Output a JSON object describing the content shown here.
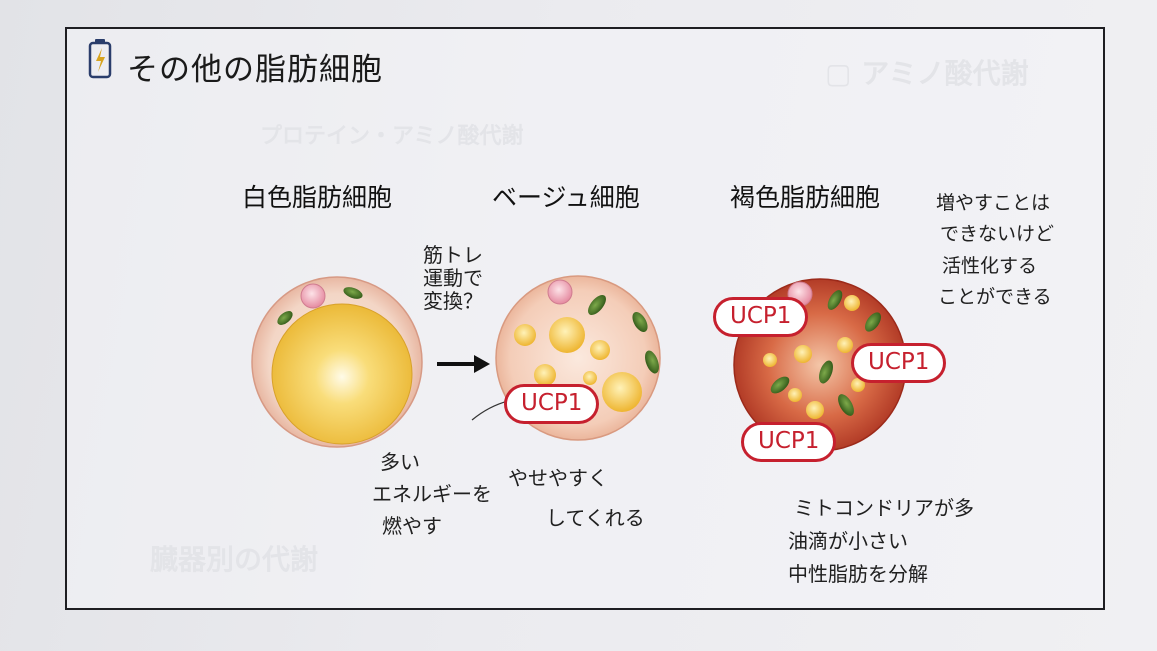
{
  "title": "その他の脂肪細胞",
  "cells": {
    "white": "白色脂肪細胞",
    "beige": "ベージュ細胞",
    "brown": "褐色脂肪細胞"
  },
  "ucp_label": "UCP1",
  "notes": {
    "arrow_note": [
      "筋トレ",
      "運動で",
      "変換？"
    ],
    "white_note": [
      "多い",
      "エネルギーを",
      "燃やす"
    ],
    "beige_note": [
      "やせやすく",
      "してくれる"
    ],
    "brown_note": [
      "ミトコンドリアが多",
      "油滴が小さい",
      "中性脂肪を分解"
    ],
    "top_right_note": [
      "増やすことは",
      "できないけど",
      "活性化する",
      "ことができる"
    ]
  },
  "colors": {
    "ucp_red": "#c6202e",
    "fat_yellow": "#f3c448",
    "mito_green": "#3e6a1f",
    "brown_cell": "#b8412a"
  }
}
